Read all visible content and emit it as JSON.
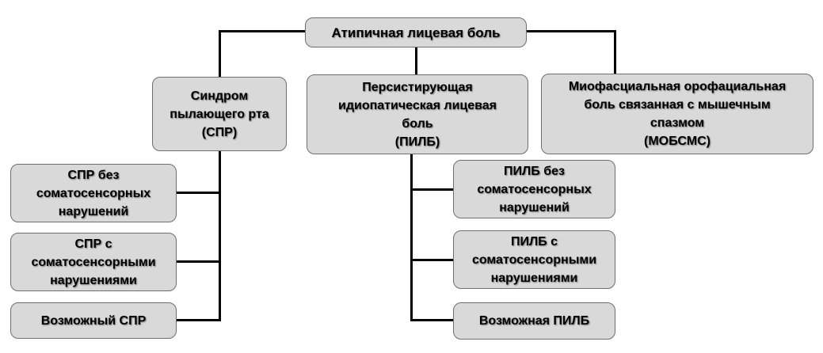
{
  "diagram": {
    "type": "flowchart",
    "language": "ru",
    "topic": "Классификация атипичной лицевой боли"
  },
  "nodes": {
    "root": {
      "label": "Атипичная лицевая боль"
    },
    "bms": {
      "label": "Синдром\nпылающего рта\n(СПР)"
    },
    "pifp": {
      "label": "Персистирующая\nидиопатическая лицевая\nболь\n(ПИЛБ)"
    },
    "mofp": {
      "label": "Миофасциальная орофациальная\nболь связанная с мышечным\nспазмом\n(МОБСМС)"
    },
    "bms_no_somato": {
      "label": "СПР без\nсоматосенсорных\nнарушений"
    },
    "bms_with_somato": {
      "label": "СПР с\nсоматосенсорными\nнарушениями"
    },
    "bms_possible": {
      "label": "Возможный СПР"
    },
    "pifp_no_somato": {
      "label": "ПИЛБ без\nсоматосенсорных\nнарушений"
    },
    "pifp_with_somato": {
      "label": "ПИЛБ с\nсоматосенсорными\nнарушениями"
    },
    "pifp_possible": {
      "label": "Возможная ПИЛБ"
    }
  },
  "edges": [
    {
      "from": "root",
      "to": "bms"
    },
    {
      "from": "root",
      "to": "pifp"
    },
    {
      "from": "root",
      "to": "mofp"
    },
    {
      "from": "bms",
      "to": "bms_no_somato"
    },
    {
      "from": "bms",
      "to": "bms_with_somato"
    },
    {
      "from": "bms",
      "to": "bms_possible"
    },
    {
      "from": "pifp",
      "to": "pifp_no_somato"
    },
    {
      "from": "pifp",
      "to": "pifp_with_somato"
    },
    {
      "from": "pifp",
      "to": "pifp_possible"
    }
  ],
  "colors": {
    "background": "#ffffff",
    "box_fill": "#d9d9d9",
    "box_border": "#6e6e6e",
    "line": "#000000",
    "text": "#000000"
  }
}
